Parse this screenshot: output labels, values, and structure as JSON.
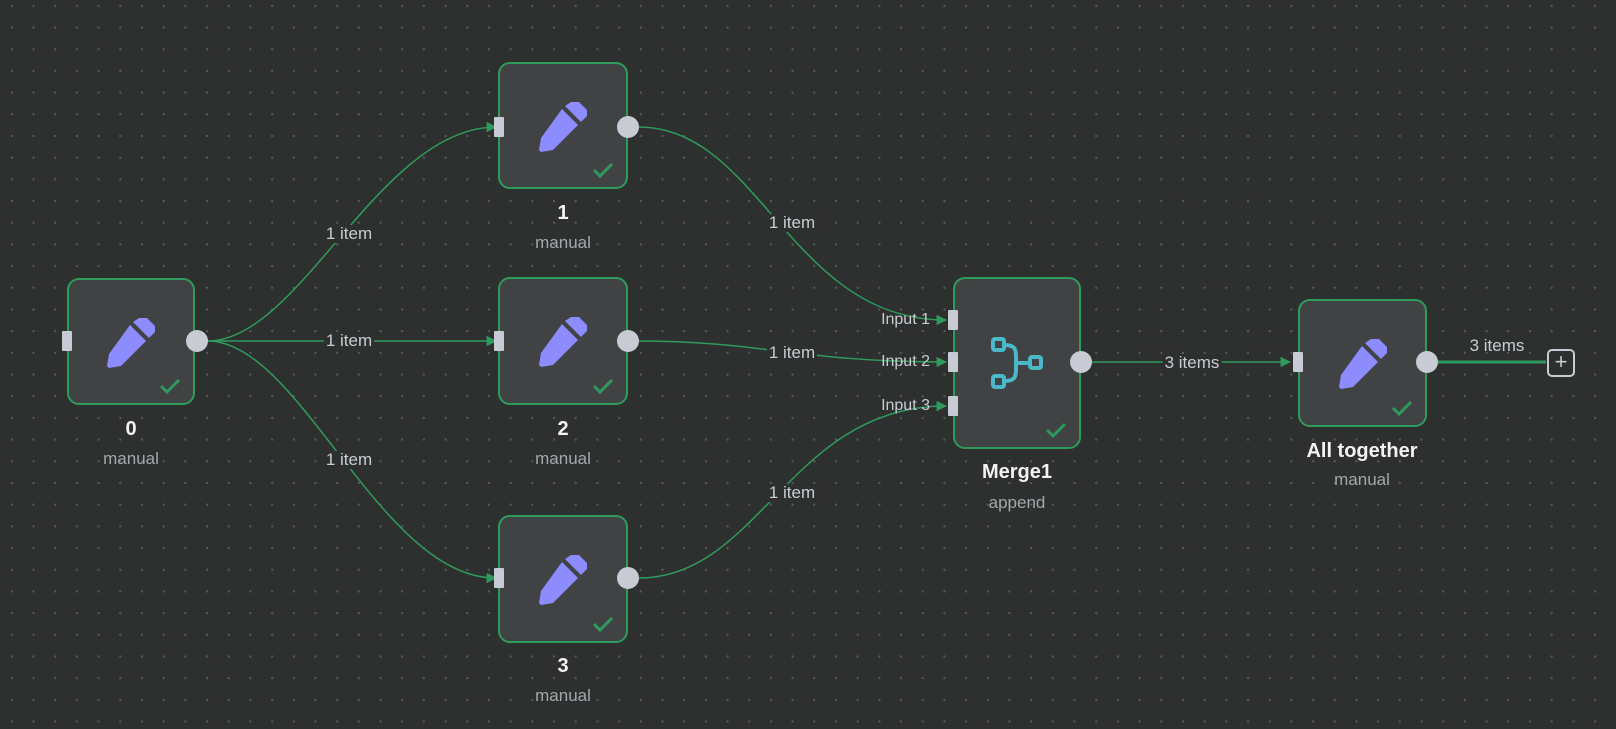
{
  "colors": {
    "edge": "#2e9b5c",
    "node_border": "#2e9b5c",
    "node_bg": "#414244",
    "pencil_icon": "#8c8cff",
    "merge_icon": "#4ab8c9",
    "port": "#c8cbd3",
    "success_check": "#2e9b5c"
  },
  "nodes": [
    {
      "id": "n0",
      "name": "0",
      "subtitle": "manual",
      "icon": "pencil-icon",
      "status": "success"
    },
    {
      "id": "n1",
      "name": "1",
      "subtitle": "manual",
      "icon": "pencil-icon",
      "status": "success"
    },
    {
      "id": "n2",
      "name": "2",
      "subtitle": "manual",
      "icon": "pencil-icon",
      "status": "success"
    },
    {
      "id": "n3",
      "name": "3",
      "subtitle": "manual",
      "icon": "pencil-icon",
      "status": "success"
    },
    {
      "id": "merge",
      "name": "Merge1",
      "subtitle": "append",
      "icon": "merge-icon",
      "status": "success",
      "inputs": [
        "Input 1",
        "Input 2",
        "Input 3"
      ]
    },
    {
      "id": "all",
      "name": "All together",
      "subtitle": "manual",
      "icon": "pencil-icon",
      "status": "success"
    }
  ],
  "edges": [
    {
      "from": "0",
      "to": "1",
      "label": "1 item"
    },
    {
      "from": "0",
      "to": "2",
      "label": "1 item"
    },
    {
      "from": "0",
      "to": "3",
      "label": "1 item"
    },
    {
      "from": "1",
      "to": "Merge1 / Input 1",
      "label": "1 item"
    },
    {
      "from": "2",
      "to": "Merge1 / Input 2",
      "label": "1 item"
    },
    {
      "from": "3",
      "to": "Merge1 / Input 3",
      "label": "1 item"
    },
    {
      "from": "Merge1",
      "to": "All together",
      "label": "3 items"
    },
    {
      "from": "All together",
      "to": "add-node",
      "label": "3 items"
    }
  ],
  "add_button": {
    "label": "+"
  }
}
